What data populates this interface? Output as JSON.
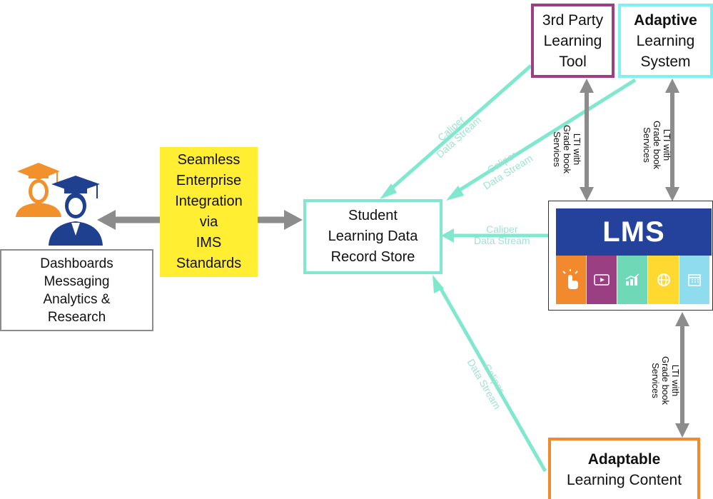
{
  "colors": {
    "teal": "#7fe8cf",
    "purple": "#9b3f83",
    "cyan": "#7ff0f3",
    "orange": "#f2892c",
    "yellow": "#ffee32",
    "lms_blue": "#24429b",
    "gray_arrow": "#8c8c8c",
    "person_orange": "#f2912c",
    "person_blue": "#1f3f8f"
  },
  "users": {
    "icon": "students-graduation-icon",
    "lines": [
      "Dashboards",
      "Messaging",
      "Analytics &",
      "Research"
    ]
  },
  "integration": {
    "lines": [
      "Seamless",
      "Enterprise",
      "Integration",
      "via",
      "IMS",
      "Standards"
    ]
  },
  "store": {
    "lines": [
      "Student",
      "Learning Data",
      "Record Store"
    ]
  },
  "third_party": {
    "lines": [
      "3rd Party",
      "Learning",
      "Tool"
    ]
  },
  "adaptive": {
    "title": "Adaptive",
    "lines": [
      "Learning",
      "System"
    ]
  },
  "lms": {
    "title": "LMS",
    "tiles": [
      {
        "icon": "tap-hand-icon",
        "color": "#f2892c"
      },
      {
        "icon": "video-play-icon",
        "color": "#9b3f83"
      },
      {
        "icon": "chart-icon",
        "color": "#6fd9b7"
      },
      {
        "icon": "globe-icon",
        "color": "#ffd830"
      },
      {
        "icon": "calendar-icon",
        "color": "#8fdcef"
      }
    ]
  },
  "adaptable": {
    "title": "Adaptable",
    "subtitle": "Learning Content"
  },
  "streams": {
    "label_line1": "Caliper",
    "label_line2": "Data Stream"
  },
  "lti": {
    "lines": [
      "LTI with",
      "Grade book",
      "Services"
    ]
  }
}
